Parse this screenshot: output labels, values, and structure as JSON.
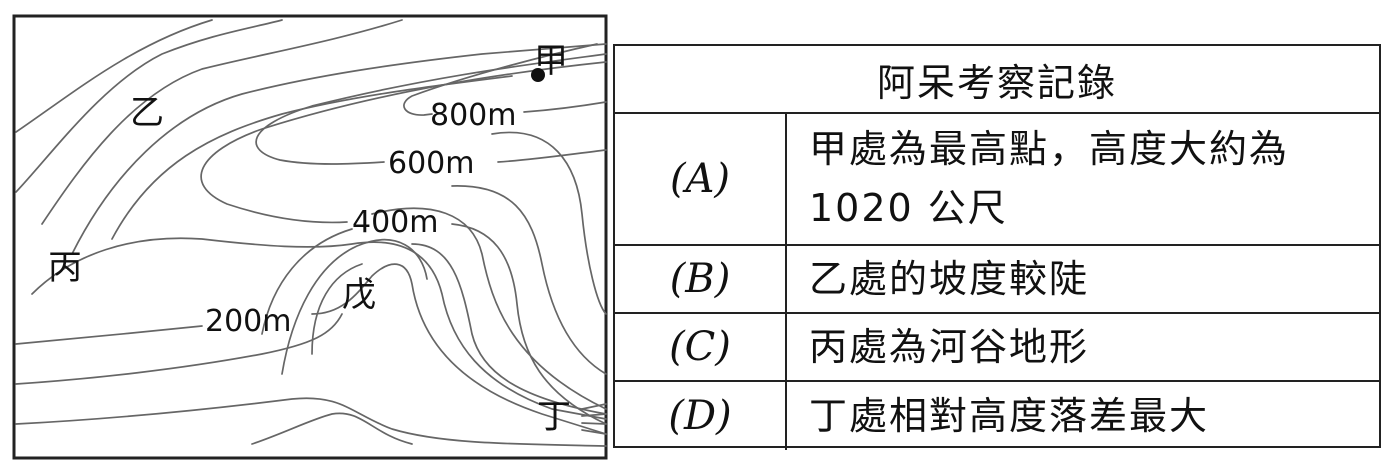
{
  "map": {
    "contour_labels": [
      "800m",
      "600m",
      "400m",
      "200m"
    ],
    "place_labels": {
      "jia": "甲",
      "yi": "乙",
      "bing": "丙",
      "wu": "戊",
      "ding": "丁"
    }
  },
  "table": {
    "title": "阿呆考察記錄",
    "rows": [
      {
        "option": "(A)",
        "text": "甲處為最高點，高度大約為 1020 公尺"
      },
      {
        "option": "(B)",
        "text": "乙處的坡度較陡"
      },
      {
        "option": "(C)",
        "text": "丙處為河谷地形"
      },
      {
        "option": "(D)",
        "text": "丁處相對高度落差最大"
      }
    ]
  }
}
